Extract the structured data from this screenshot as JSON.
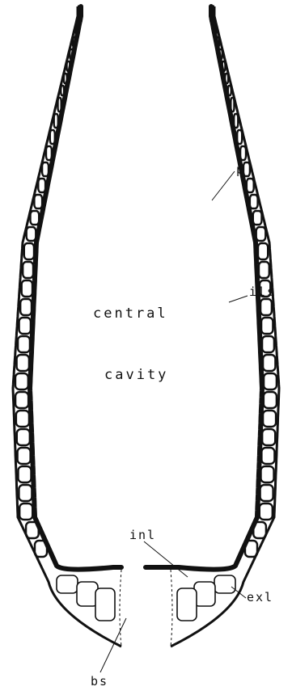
{
  "labels": {
    "central_1": "central",
    "central_2": "cavity",
    "p": "p",
    "ils": "ils",
    "inl": "inl",
    "exl": "exl",
    "bs": "bs"
  },
  "colors": {
    "ink": "#111111",
    "background": "#ffffff"
  }
}
